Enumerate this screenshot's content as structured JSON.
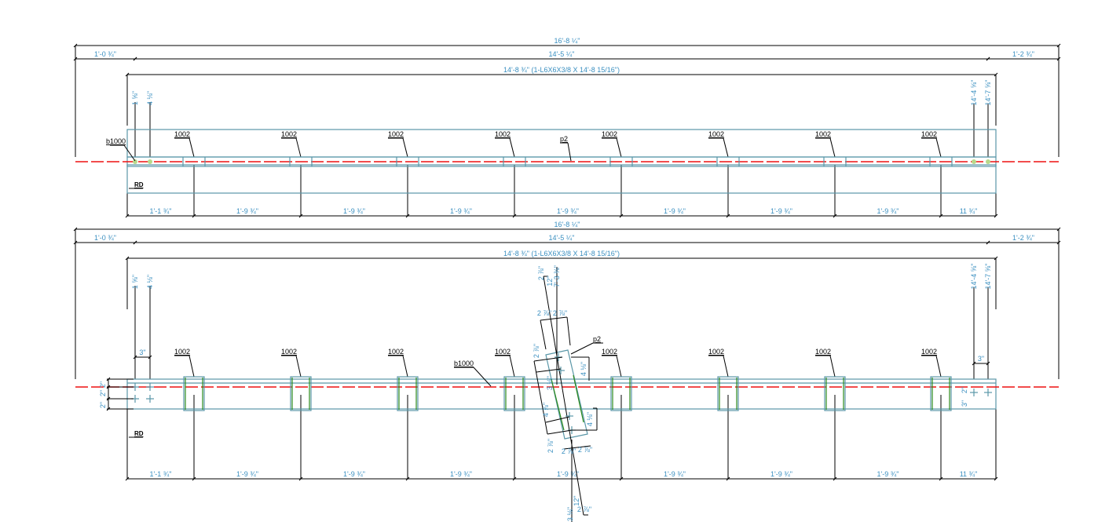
{
  "colors": {
    "dimension_text": "#3a8fc0",
    "centerline": "#ee1111",
    "steel": "#5a97a8",
    "plate_edge": "#2a8a1a"
  },
  "views": [
    {
      "name": "top-view",
      "overall": "16'-8 ¼\"",
      "left_ext": "1'-0 ¾\"",
      "middle": "14'-5 ¼\"",
      "right_ext": "1'-2 ¾\"",
      "member": "14'-8 ¾\" (1-L6X6X3/8 X 14'-8 15/16\")",
      "bolt_left": [
        "1 ⅝\"",
        "4 ⅛\""
      ],
      "bolt_right": [
        "14'-4 ⅝\"",
        "14'-7 ⅝\""
      ],
      "marks": [
        "1002",
        "1002",
        "1002",
        "1002",
        "1002",
        "1002",
        "1002",
        "1002"
      ],
      "b_mark": "b1000",
      "p_mark": "p2",
      "rd": "RD",
      "spacing": [
        "1'-1 ¾\"",
        "1'-9 ¾\"",
        "1'-9 ¾\"",
        "1'-9 ¾\"",
        "1'-9 ¾\"",
        "1'-9 ¾\"",
        "1'-9 ¾\"",
        "1'-9 ¾\"",
        "11 ¾\""
      ]
    },
    {
      "name": "side-view",
      "overall": "16'-8 ¼\"",
      "left_ext": "1'-0 ¾\"",
      "middle": "14'-5 ¼\"",
      "right_ext": "1'-2 ¾\"",
      "member": "14'-8 ¾\" (1-L6X6X3/8 X 14'-8 15/16\")",
      "bolt_left": [
        "1 ⅝\"",
        "4 ⅛\""
      ],
      "bolt_right": [
        "14'-4 ⅝\"",
        "14'-7 ⅝\""
      ],
      "marks": [
        "1002",
        "1002",
        "1002",
        "1002",
        "1002",
        "1002",
        "1002",
        "1002"
      ],
      "b_mark": "b1000",
      "p_mark": "p2",
      "rd": "RD",
      "spacing": [
        "1'-1 ¾\"",
        "1'-9 ¾\"",
        "1'-9 ¾\"",
        "1'-9 ¾\"",
        "1'-9 ¾\"",
        "1'-9 ¾\"",
        "1'-9 ¾\"",
        "1'-9 ¾\"",
        "11 ¾\""
      ],
      "bolt_gage": "3\"",
      "edge_dims": [
        "2\"",
        "2\"",
        "2\""
      ],
      "right_gage": "3\"",
      "right_edge": [
        "2\"",
        "3\""
      ],
      "gusset_dims": [
        "2 ⅞\"",
        "7'-3 ⅜\"",
        "12\"",
        "2 ⅞\"",
        "2 ⅞\"",
        "2 ⅞\"",
        "4 ⅛\"",
        "3 ⅛\"",
        "4 ⅞\"",
        "4 ⅛\"",
        "2 ⅞\"",
        "2 ⅞\"",
        "2 ⅞\"",
        "12\"",
        "3 ⅛\"",
        "2 ⅞\""
      ]
    }
  ]
}
